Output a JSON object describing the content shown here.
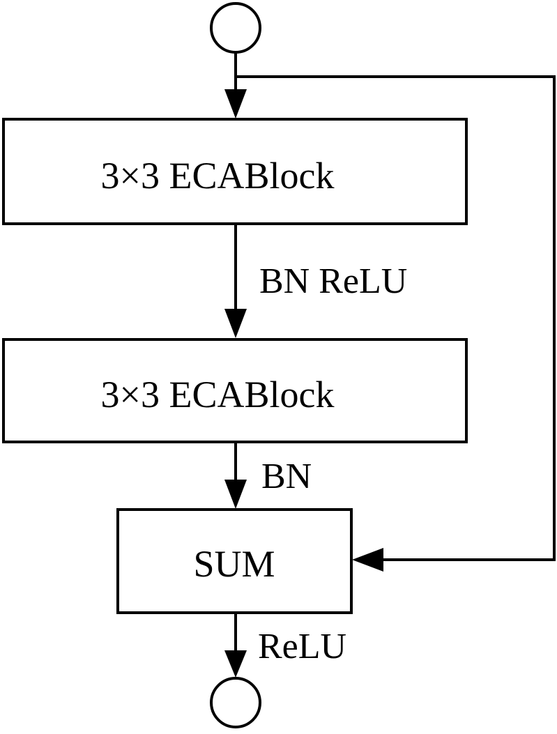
{
  "diagram": {
    "blocks": [
      {
        "label": "3×3 ECABlock"
      },
      {
        "label": "3×3 ECABlock"
      },
      {
        "label": "SUM"
      }
    ],
    "edge_labels": {
      "block1_to_block2": "BN ReLU",
      "block2_to_sum": "BN",
      "sum_to_output": "ReLU"
    },
    "colors": {
      "stroke": "#000000",
      "fill": "#ffffff"
    }
  }
}
